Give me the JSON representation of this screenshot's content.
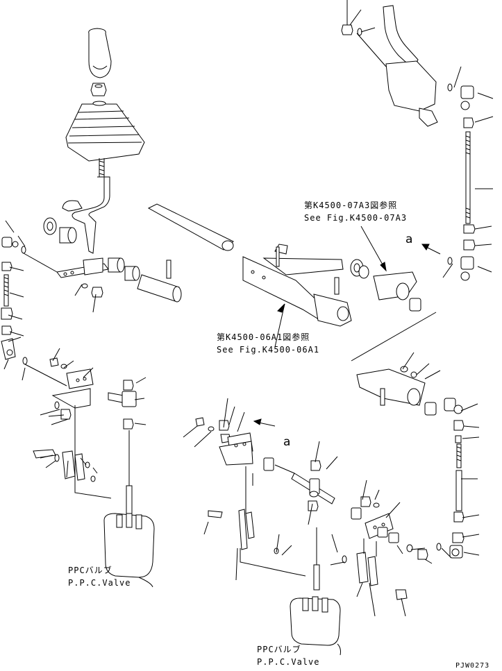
{
  "references": {
    "ref_07a3_jp": "第K4500-07A3図参照",
    "ref_07a3_en": "See Fig.K4500-07A3",
    "ref_06a1_jp": "第K4500-06A1図参照",
    "ref_06a1_en": "See Fig.K4500-06A1"
  },
  "ppc_valve_left": {
    "jp": "PPCバルブ",
    "en": "P.P.C.Valve"
  },
  "ppc_valve_right": {
    "jp": "PPCバルブ",
    "en": "P.P.C.Valve"
  },
  "markers": {
    "a1": "a",
    "a2": "a"
  },
  "drawing_code": "PJW0273"
}
